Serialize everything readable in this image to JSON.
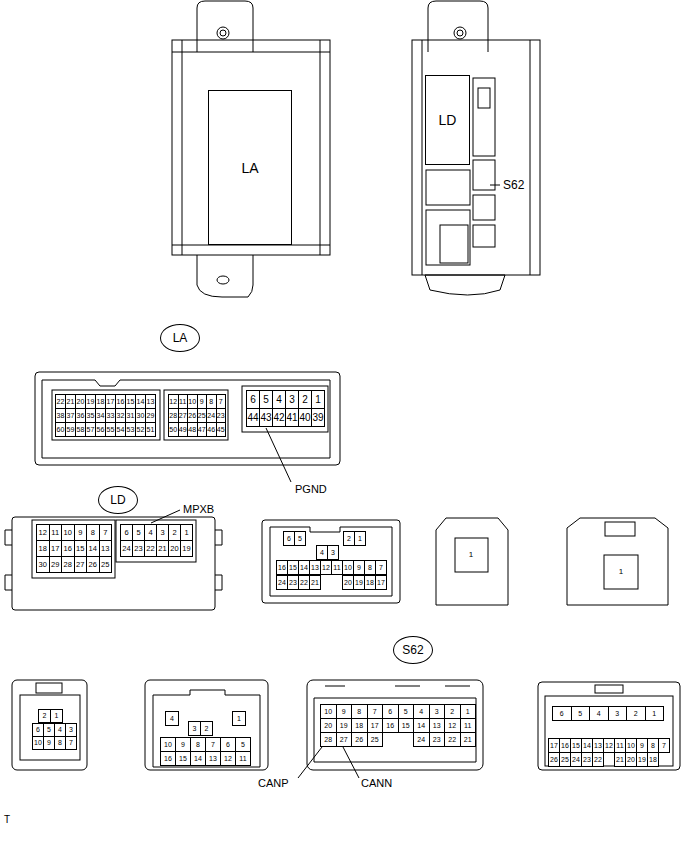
{
  "diagram": {
    "nodes": [
      {
        "text": [
          "LA"
        ]
      },
      {
        "text": [
          "LD"
        ]
      },
      {
        "text": [
          "LA"
        ]
      },
      {
        "text": [
          "LD"
        ]
      },
      {
        "text": [
          "S62"
        ]
      }
    ],
    "labels": [
      "S62",
      "22",
      "21",
      "20",
      "19",
      "18",
      "17",
      "16",
      "15",
      "14",
      "13",
      "38",
      "37",
      "36",
      "35",
      "34",
      "33",
      "32",
      "31",
      "30",
      "29",
      "60",
      "59",
      "58",
      "57",
      "56",
      "55",
      "54",
      "53",
      "52",
      "51",
      "12",
      "11",
      "10",
      "9",
      "8",
      "7",
      "28",
      "27",
      "26",
      "25",
      "24",
      "23",
      "50",
      "49",
      "48",
      "47",
      "46",
      "45",
      "6",
      "5",
      "4",
      "3",
      "2",
      "1",
      "44",
      "43",
      "42",
      "41",
      "40",
      "39",
      "PGND",
      "12",
      "11",
      "10",
      "9",
      "8",
      "7",
      "18",
      "17",
      "16",
      "15",
      "14",
      "13",
      "30",
      "29",
      "28",
      "27",
      "26",
      "25",
      "6",
      "5",
      "4",
      "3",
      "2",
      "1",
      "24",
      "23",
      "22",
      "21",
      "20",
      "19",
      "MPXB",
      "6",
      "5",
      "2",
      "1",
      "4",
      "3",
      "16",
      "15",
      "14",
      "13",
      "12",
      "11",
      "10",
      "9",
      "8",
      "7",
      "24",
      "23",
      "22",
      "21",
      "20",
      "19",
      "18",
      "17",
      "1",
      "1",
      "2",
      "1",
      "6",
      "5",
      "4",
      "3",
      "10",
      "9",
      "8",
      "7",
      "4",
      "3",
      "2",
      "1",
      "10",
      "9",
      "8",
      "7",
      "6",
      "5",
      "16",
      "15",
      "14",
      "13",
      "12",
      "11",
      "10",
      "9",
      "8",
      "7",
      "6",
      "5",
      "4",
      "3",
      "2",
      "1",
      "20",
      "19",
      "18",
      "17",
      "16",
      "15",
      "14",
      "13",
      "12",
      "11",
      "28",
      "27",
      "26",
      "25",
      "24",
      "23",
      "22",
      "21",
      "CANP",
      "CANN",
      "6",
      "5",
      "4",
      "3",
      "2",
      "1",
      "17",
      "16",
      "15",
      "14",
      "13",
      "12",
      "11",
      "10",
      "9",
      "8",
      "7",
      "26",
      "25",
      "24",
      "23",
      "22",
      "21",
      "20",
      "19",
      "18",
      "T"
    ]
  }
}
